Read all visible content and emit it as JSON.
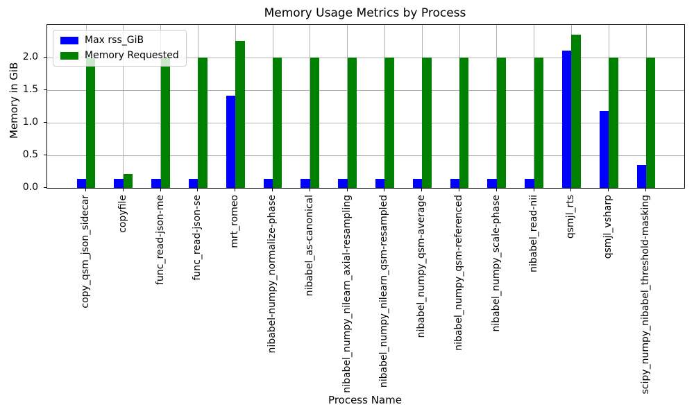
{
  "chart_data": {
    "type": "bar",
    "title": "Memory Usage Metrics by Process",
    "xlabel": "Process Name",
    "ylabel": "Memory in GiB",
    "categories": [
      "copy_qsm_json_sidecar",
      "copyfile",
      "func_read-json-me",
      "func_read-json-se",
      "mrt_romeo",
      "nibabel-numpy_normalize-phase",
      "nibabel_as-canonical",
      "nibabel_numpy_nilearn_axial-resampling",
      "nibabel_numpy_nilearn_qsm-resampled",
      "nibabel_numpy_qsm-average",
      "nibabel_numpy_qsm-referenced",
      "nibabel_numpy_scale-phase",
      "nibabel_read-nii",
      "qsmjl_rts",
      "qsmjl_vsharp",
      "scipy_numpy_nibabel_threshold-masking"
    ],
    "series": [
      {
        "name": "Max rss_GiB",
        "color": "#0000ff",
        "values": [
          0.14,
          0.14,
          0.14,
          0.14,
          1.41,
          0.14,
          0.14,
          0.14,
          0.14,
          0.14,
          0.14,
          0.14,
          0.14,
          2.11,
          1.18,
          0.35
        ]
      },
      {
        "name": "Memory Requested",
        "color": "#008000",
        "values": [
          2.0,
          0.21,
          2.0,
          2.0,
          2.26,
          2.0,
          2.0,
          2.0,
          2.0,
          2.0,
          2.0,
          2.0,
          2.0,
          2.35,
          2.0,
          2.0
        ]
      }
    ],
    "ylim": [
      0,
      2.5
    ],
    "yticks": [
      0.0,
      0.5,
      1.0,
      1.5,
      2.0
    ],
    "grid": true,
    "legend_position": "upper left"
  },
  "colors": {
    "grid": "#b0b0b0",
    "frame": "#000000",
    "background": "#ffffff",
    "bar_blue": "#0000ff",
    "bar_green": "#008000"
  }
}
